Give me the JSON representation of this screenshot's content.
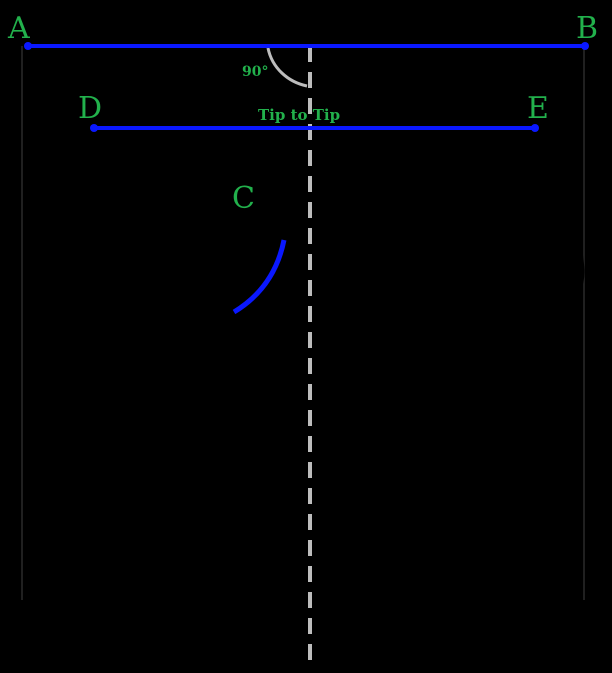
{
  "points": {
    "a": "A",
    "b": "B",
    "c": "C",
    "d": "D",
    "e": "E"
  },
  "labels": {
    "tip_to_tip": "Tip to Tip",
    "angle": "90°"
  },
  "colors": {
    "background": "#000000",
    "measure_line": "#0a18ff",
    "label": "#22b14c",
    "outline": "#000000",
    "centerline": "#bdbdbd"
  }
}
